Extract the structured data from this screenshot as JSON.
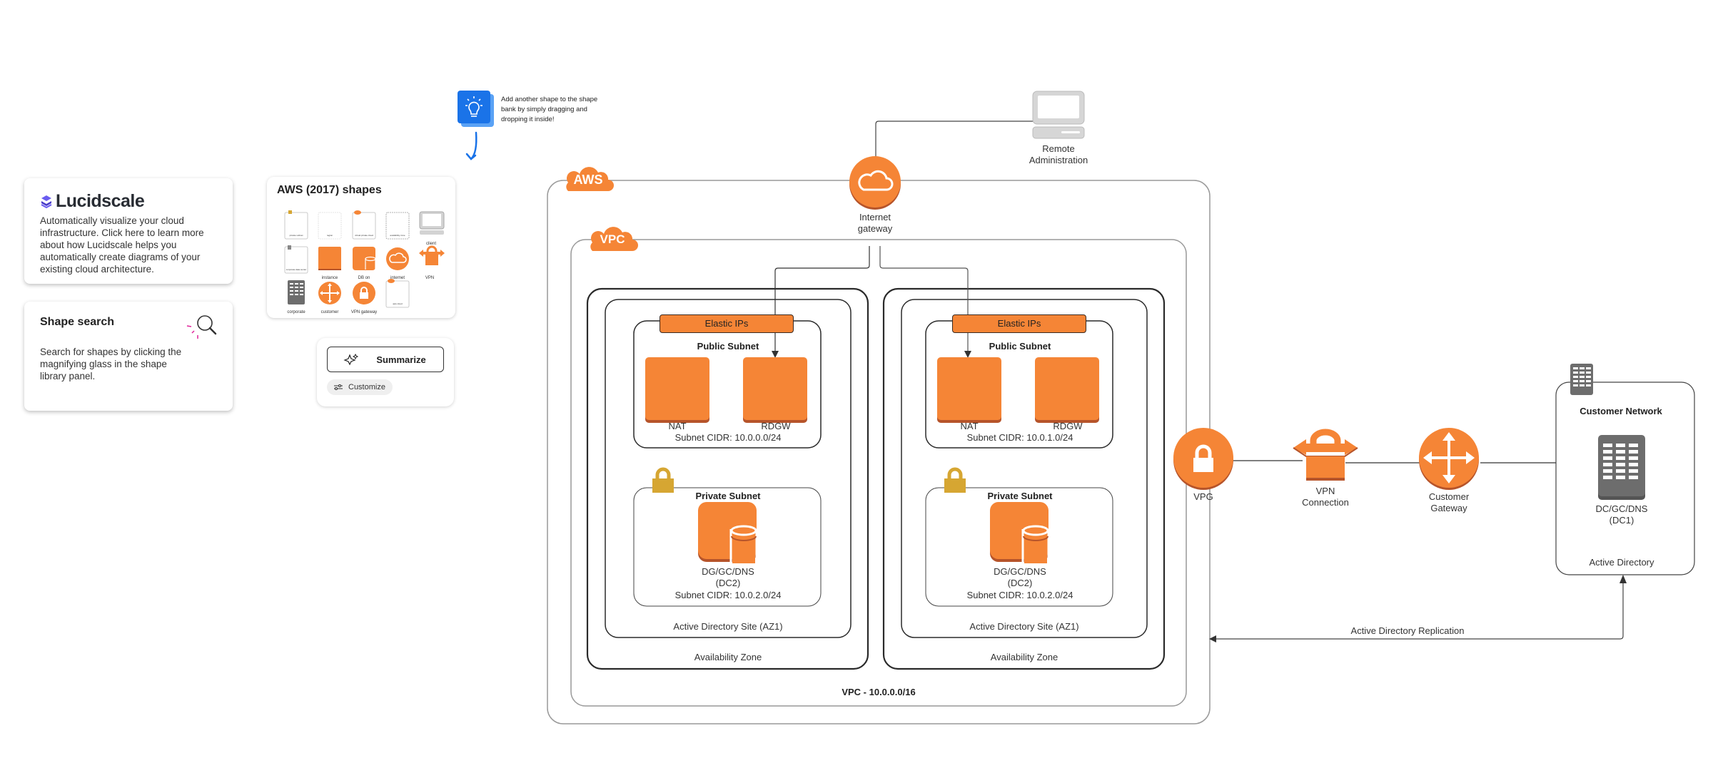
{
  "colors": {
    "aws_orange": "#f58536",
    "aws_orange_dark": "#b6542a",
    "lock_gold": "#d6a632",
    "corporate_gray": "#6d6d6d",
    "lucid_purple": "#5b4fe0",
    "tip_blue": "#1a73e8",
    "magenta_accent": "#e0239b"
  },
  "lucidscale_card": {
    "title": "Lucidscale",
    "description": "Automatically visualize your cloud infrastructure. Click here to learn more about how Lucidscale helps you automatically create diagrams of your existing cloud architecture.",
    "icon": "lucidscale-logo-icon"
  },
  "shape_search_card": {
    "title": "Shape search",
    "description": "Search for shapes by clicking the magnifying glass in the shape library panel.",
    "icon": "magnifying-glass-icon"
  },
  "shape_library": {
    "title": "AWS (2017) shapes",
    "items": [
      {
        "label": "private subnet",
        "icon": "private-subnet-container-icon"
      },
      {
        "label": "region",
        "icon": "region-container-icon"
      },
      {
        "label": "virtual private cloud",
        "icon": "vpc-container-icon"
      },
      {
        "label": "availability zone",
        "icon": "availability-zone-container-icon"
      },
      {
        "label": "client",
        "icon": "client-computer-icon"
      },
      {
        "label": "corporate data center",
        "icon": "corporate-container-icon"
      },
      {
        "label": "instance",
        "icon": "instance-icon"
      },
      {
        "label": "DB on",
        "icon": "db-on-instance-icon"
      },
      {
        "label": "internet",
        "icon": "internet-gateway-icon"
      },
      {
        "label": "VPN",
        "icon": "vpn-connection-icon"
      },
      {
        "label": "corporate",
        "icon": "corporate-building-icon"
      },
      {
        "label": "customer",
        "icon": "customer-gateway-icon"
      },
      {
        "label": "VPN gateway",
        "icon": "vpn-gateway-icon"
      },
      {
        "label": "aws cloud",
        "icon": "aws-cloud-container-icon"
      }
    ]
  },
  "ai_panel": {
    "summarize_label": "Summarize",
    "customize_label": "Customize"
  },
  "tip": {
    "text": "Add another shape to the shape bank by simply dragging and dropping it inside!",
    "icon": "lightbulb-icon"
  },
  "diagram": {
    "aws_badge": "AWS",
    "vpc_badge": "VPC",
    "vpc_label": "VPC - 10.0.0.0/16",
    "internet_gateway": "Internet\ngateway",
    "internet_gateway_line1": "Internet",
    "internet_gateway_line2": "gateway",
    "remote_admin_line1": "Remote",
    "remote_admin_line2": "Administration",
    "availability_zones": [
      {
        "label": "Availability Zone",
        "ad_site": "Active Directory Site (AZ1)",
        "elastic_ips": "Elastic IPs",
        "public_subnet": {
          "title": "Public Subnet",
          "nodes": [
            "NAT",
            "RDGW"
          ],
          "cidr": "Subnet CIDR: 10.0.0.0/24"
        },
        "private_subnet": {
          "title": "Private Subnet",
          "node_line1": "DG/GC/DNS",
          "node_line2": "(DC2)",
          "cidr": "Subnet CIDR: 10.0.2.0/24"
        }
      },
      {
        "label": "Availability Zone",
        "ad_site": "Active Directory Site (AZ1)",
        "elastic_ips": "Elastic IPs",
        "public_subnet": {
          "title": "Public Subnet",
          "nodes": [
            "NAT",
            "RDGW"
          ],
          "cidr": "Subnet CIDR: 10.0.1.0/24"
        },
        "private_subnet": {
          "title": "Private Subnet",
          "node_line1": "DG/GC/DNS",
          "node_line2": "(DC2)",
          "cidr": "Subnet CIDR: 10.0.2.0/24"
        }
      }
    ],
    "vpg": "VPG",
    "vpn_line1": "VPN",
    "vpn_line2": "Connection",
    "customer_gw_line1": "Customer",
    "customer_gw_line2": "Gateway",
    "customer_network": {
      "title": "Customer Network",
      "node_line1": "DC/GC/DNS",
      "node_line2": "(DC1)",
      "footer": "Active Directory"
    },
    "replication_label": "Active Directory Replication"
  }
}
